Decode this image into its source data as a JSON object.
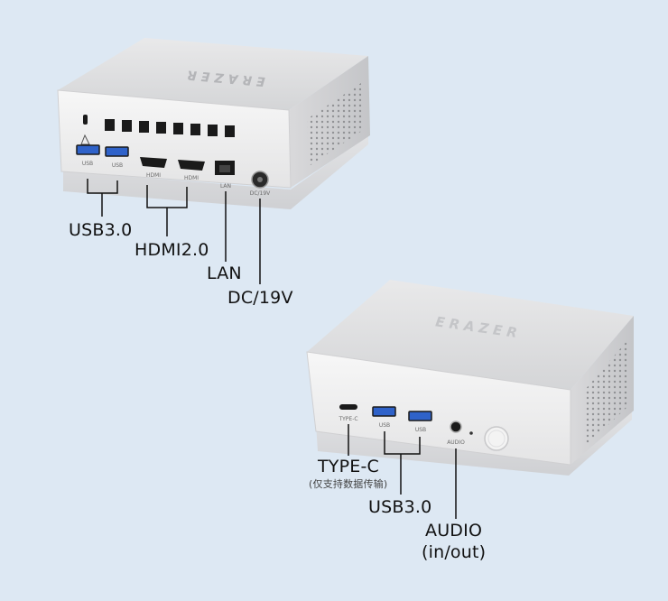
{
  "device": {
    "brand": "ERAZER"
  },
  "rear": {
    "port_text": {
      "usb1": "USB",
      "usb2": "USB",
      "hdmi1": "HDMI",
      "hdmi2": "HDMI",
      "lan": "LAN",
      "dc": "DC/19V"
    },
    "callouts": {
      "usb": "USB3.0",
      "hdmi": "HDMI2.0",
      "lan": "LAN",
      "dc": "DC/19V"
    }
  },
  "front": {
    "port_text": {
      "typec": "TYPE-C",
      "usb1": "USB",
      "usb2": "USB",
      "audio": "AUDIO"
    },
    "callouts": {
      "typec": "TYPE-C",
      "typec_note": "(仅支持数据传输)",
      "usb": "USB3.0",
      "audio": "AUDIO",
      "audio_sub": "(in/out)"
    }
  },
  "colors": {
    "background": "#dde8f3",
    "body": "#eeeeee",
    "usb_blue": "#2f62c9",
    "port_black": "#1a1a1a"
  },
  "icons": [
    "kensington-lock-icon",
    "power-button-icon",
    "status-led-icon"
  ]
}
